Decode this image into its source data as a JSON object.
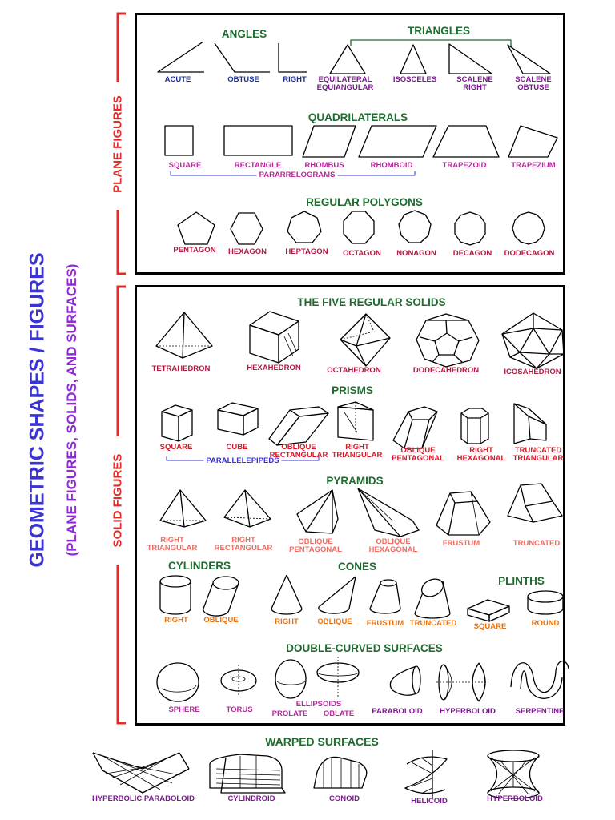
{
  "main_title": "GEOMETRIC SHAPES / FIGURES",
  "subtitle": "(PLANE FIGURES, SOLIDS, AND SURFACES)",
  "plane_side": "PLANE FIGURES",
  "solid_side": "SOLID FIGURES",
  "colors": {
    "red": "#e32b2b",
    "green": "#1f6b30",
    "navy": "#1a2f9a",
    "purple": "#7a1a8e",
    "magenta": "#b8289c",
    "crimson": "#b01940",
    "orange": "#e8730e",
    "salmon": "#ef6a60",
    "blue": "#3a33d6"
  },
  "plane": {
    "angles_header": "ANGLES",
    "triangles_header": "TRIANGLES",
    "angles": [
      "ACUTE",
      "OBTUSE",
      "RIGHT"
    ],
    "triangles": {
      "equilateral": "EQUILATERAL",
      "equiangular": "EQUIANGULAR",
      "isosceles": "ISOSCELES",
      "scalene_right_1": "SCALENE",
      "scalene_right_2": "RIGHT",
      "scalene_obtuse_1": "SCALENE",
      "scalene_obtuse_2": "OBTUSE"
    },
    "quad_header": "QUADRILATERALS",
    "quads": [
      "SQUARE",
      "RECTANGLE",
      "RHOMBUS",
      "RHOMBOID",
      "TRAPEZOID",
      "TRAPEZIUM"
    ],
    "parallelograms": "PARARRELOGRAMS",
    "poly_header": "REGULAR POLYGONS",
    "polygons": [
      "PENTAGON",
      "HEXAGON",
      "HEPTAGON",
      "OCTAGON",
      "NONAGON",
      "DECAGON",
      "DODECAGON"
    ]
  },
  "solid": {
    "regular_header": "THE FIVE REGULAR SOLIDS",
    "regular": [
      "TETRAHEDRON",
      "HEXAHEDRON",
      "OCTAHEDRON",
      "DODECAHEDRON",
      "ICOSAHEDRON"
    ],
    "prisms_header": "PRISMS",
    "prisms": {
      "square": "SQUARE",
      "cube": "CUBE",
      "oblique_rect_1": "OBLIQUE",
      "oblique_rect_2": "RECTANGULAR",
      "right_tri_1": "RIGHT",
      "right_tri_2": "TRIANGULAR",
      "oblique_pent_1": "OBLIQUE",
      "oblique_pent_2": "PENTAGONAL",
      "right_hex_1": "RIGHT",
      "right_hex_2": "HEXAGONAL",
      "trunc_tri_1": "TRUNCATED",
      "trunc_tri_2": "TRIANGULAR"
    },
    "parallelepipeds": "PARALLELEPIPEDS",
    "pyramids_header": "PYRAMIDS",
    "pyramids": {
      "right_tri_1": "RIGHT",
      "right_tri_2": "TRIANGULAR",
      "right_rect_1": "RIGHT",
      "right_rect_2": "RECTANGULAR",
      "oblique_pent_1": "OBLIQUE",
      "oblique_pent_2": "PENTAGONAL",
      "oblique_hex_1": "OBLIQUE",
      "oblique_hex_2": "HEXAGONAL",
      "frustum": "FRUSTUM",
      "truncated": "TRUNCATED"
    },
    "cylinders_header": "CYLINDERS",
    "cylinders": [
      "RIGHT",
      "OBLIQUE"
    ],
    "cones_header": "CONES",
    "cones": [
      "RIGHT",
      "OBLIQUE",
      "FRUSTUM",
      "TRUNCATED"
    ],
    "plinths_header": "PLINTHS",
    "plinths": [
      "SQUARE",
      "ROUND"
    ],
    "double_header": "DOUBLE-CURVED SURFACES",
    "double": {
      "sphere": "SPHERE",
      "torus": "TORUS",
      "ellipsoids": "ELLIPSOIDS",
      "prolate": "PROLATE",
      "oblate": "OBLATE",
      "paraboloid": "PARABOLOID",
      "hyperboloid": "HYPERBOLOID",
      "serpentine": "SERPENTINE"
    }
  },
  "warped": {
    "header": "WARPED SURFACES",
    "items": [
      "HYPERBOLIC PARABOLOID",
      "CYLINDROID",
      "CONOID",
      "HELICOID",
      "HYPERBOLOID"
    ]
  }
}
